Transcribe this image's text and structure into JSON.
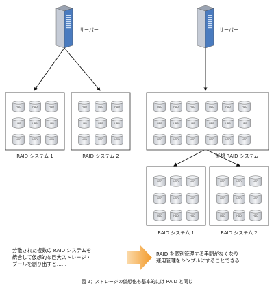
{
  "left": {
    "server_label": "サーバー",
    "raid_labels": [
      "RAID システム 1",
      "RAID システム 2"
    ]
  },
  "right": {
    "server_label": "サーバー",
    "virtual_label": "仮想 RAID システム",
    "raid_labels": [
      "RAID システム 1",
      "RAID システム 2"
    ]
  },
  "hdd_label": "HDD",
  "notes": {
    "left_lines": [
      "分散された複数の RAID システムを",
      "統合して仮想的な巨大ストレージ・",
      "プールを創り出すと……"
    ],
    "right_lines": [
      "RAID を個別管理する手間がなくなり",
      "運用管理をシンプルにすることできる"
    ]
  },
  "caption": "図 2：ストレージの仮想化も基本的には RAID と同じ",
  "colors": {
    "arrow": "#f0a030",
    "server_front": "#4a7bbf"
  }
}
